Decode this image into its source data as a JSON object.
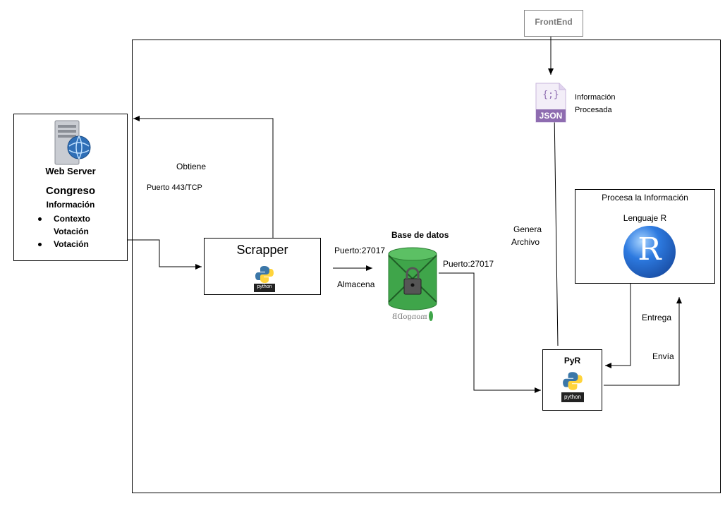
{
  "frontend": {
    "label": "FrontEnd"
  },
  "json_node": {
    "icon_text": "JSON",
    "icon_glyph": "{;}",
    "label_line1": "Información",
    "label_line2": "Procesada"
  },
  "webserver": {
    "icon_label": "Web Server",
    "title": "Congreso",
    "subtitle": "Información",
    "items": [
      "Contexto",
      "Votación",
      "Votación"
    ]
  },
  "edges": {
    "obtiene": "Obtiene",
    "puerto_443": "Puerto 443/TCP",
    "puerto_27017_a": "Puerto:27017",
    "almacena": "Almacena",
    "puerto_27017_b": "Puerto:27017",
    "genera_line1": "Genera",
    "genera_line2": "Archivo",
    "entrega": "Entrega",
    "envia": "Envía"
  },
  "scrapper": {
    "title": "Scrapper",
    "logo_text": "python"
  },
  "database": {
    "title": "Base de datos",
    "logo_text": "mongoDB"
  },
  "r_box": {
    "title": "Procesa la Información",
    "subtitle": "Lenguaje R",
    "logo_letter": "R"
  },
  "pyr": {
    "title": "PyR",
    "logo_text": "python"
  },
  "colors": {
    "json_purple": "#8e6cb0",
    "mongo_green": "#3fa54a",
    "r_blue": "#1f5fc6",
    "python_blue": "#3b77a8",
    "python_yellow": "#ffd43b"
  }
}
